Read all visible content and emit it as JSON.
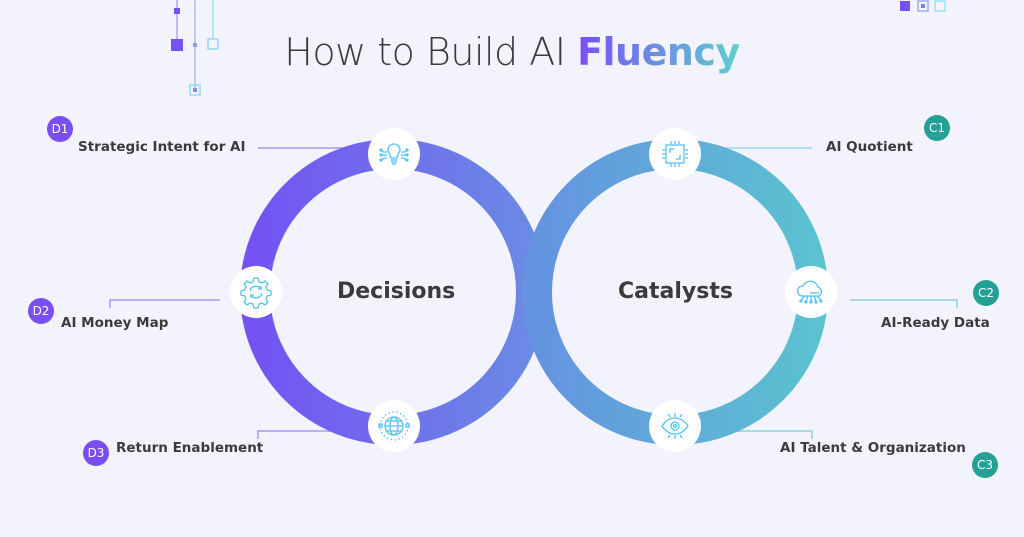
{
  "title": {
    "prefix": "How to Build AI",
    "accent": "Fluency"
  },
  "colors": {
    "background": "#f3f3fd",
    "decisions": "#7b4ef2",
    "catalysts": "#25a095",
    "ring_left_start": "#7450f5",
    "ring_mid": "#6a8fe2",
    "ring_right_end": "#5cc3cf",
    "icon": "#4fc3f0"
  },
  "rings": [
    {
      "name": "Decisions",
      "items": [
        {
          "badge": "D1",
          "label": "Strategic Intent for AI",
          "icon": "lightbulb-icon"
        },
        {
          "badge": "D2",
          "label": "AI Money Map",
          "icon": "gear-refresh-icon"
        },
        {
          "badge": "D3",
          "label": "Return Enablement",
          "icon": "globe-icon"
        }
      ]
    },
    {
      "name": "Catalysts",
      "items": [
        {
          "badge": "C1",
          "label": "AI Quotient",
          "icon": "chip-icon"
        },
        {
          "badge": "C2",
          "label": "AI-Ready Data",
          "icon": "cloud-network-icon"
        },
        {
          "badge": "C3",
          "label": "AI Talent & Organization",
          "icon": "eye-network-icon"
        }
      ]
    }
  ]
}
